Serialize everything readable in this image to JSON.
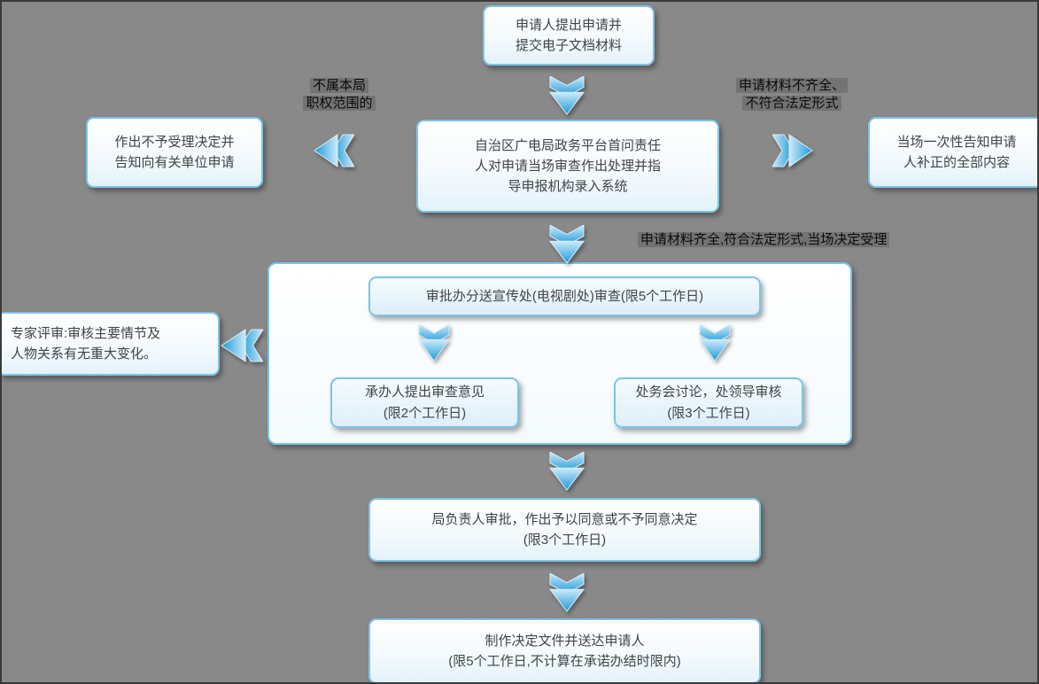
{
  "theme": {
    "background": "#898989",
    "box_border": "#7cc4e8",
    "arrow_light": "#cdeafa",
    "arrow_dark": "#1b9ad8"
  },
  "flowchart": {
    "nodes": {
      "start": "申请人提出申请并\n提交电子文档材料",
      "reject": "作出不予受理决定并\n告知向有关单位申请",
      "review": "自治区广电局政务平台首问责任\n人对申请当场审查作出处理并指\n导申报机构录入系统",
      "notify": "当场一次性告知申请\n人补正的全部内容",
      "dispatch": "审批办分送宣传处(电视剧处)审查(限5个工作日)",
      "opinion": "承办人提出审查意见\n(限2个工作日)",
      "discussion": "处务会讨论，处领导审核\n(限3个工作日)",
      "expert": "专家评审:审核主要情节及\n人物关系有无重大变化。",
      "approval": "局负责人审批，作出予以同意或不予同意决定\n(限3个工作日)",
      "deliver": "制作决定文件并送达申请人\n(限5个工作日,不计算在承诺办结时限内)"
    },
    "labels": {
      "out_of_scope": "不属本局\n职权范围的",
      "incomplete": "申请材料不齐全、\n不符合法定形式",
      "accepted": "申请材料齐全,符合法定形式,当场决定受理"
    }
  }
}
